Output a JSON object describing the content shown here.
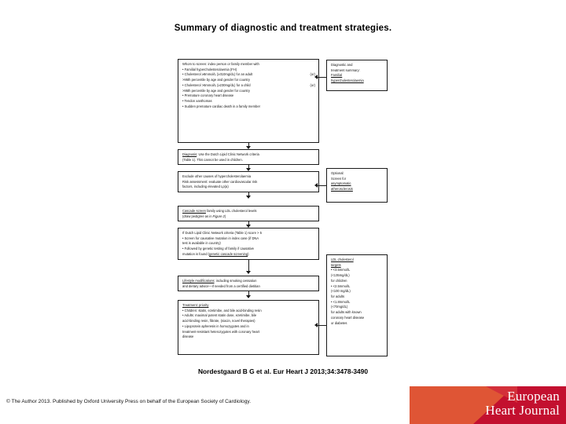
{
  "slide": {
    "title": "Summary of diagnostic and treatment strategies.",
    "citation": "Nordestgaard B G et al. Eur Heart J 2013;34:3478-3490",
    "copyright": "© The Author 2013. Published by Oxford University Press on behalf of the European Society of Cardiology."
  },
  "logo": {
    "line1": "European",
    "line2": "Heart Journal",
    "orange": "#DF5535",
    "red": "#C3102F"
  },
  "flowchart": {
    "boxes": {
      "whom_to_screen": {
        "heading": "Whom to screen: index person or family member with",
        "l1": "• Familial hypercholesterolaemia (FH)",
        "l2": "• Cholesterol ≥8mmol/L (≥310mg/dL) for an adult",
        "l2_or": "(or)",
        "l3": ">95th percentile by age and gender for country",
        "l4": "• Cholesterol >6mmol/L (≥230mg/dL) for a child",
        "l4_or": "(or)",
        "l5": ">95th percentile by age and gender for country",
        "l6": "• Premature coronary heart disease",
        "l7": "• Tendon xanthomas",
        "l8": "• Sudden premature cardiac death in a family member"
      },
      "diagnostic_summary": {
        "l1": "Diagnostic and",
        "l2": "treatment summary:",
        "l3": "Familial",
        "l4": "hypercholesterolaemia"
      },
      "diagnosis": {
        "label": "Diagnosis",
        "l1": ": Use the Dutch Lipid Clinic Network criteria",
        "l2": "(Table 1). This cannot be used in children."
      },
      "exclude": {
        "l1": "Exclude other causes of hypercholesterolaemia",
        "l2": "Risk assessment: evaluate other cardiovascular risk",
        "l3": "factors, including elevated Lp(a)"
      },
      "optional_screen": {
        "l1": "Optional:",
        "l2": "Screen for",
        "l3": "asymptomatic",
        "l4": "atherosclerosis"
      },
      "cascade": {
        "label": "Cascade screen",
        "l1": " family using LDL cholesterol levels",
        "l2a": "(draw pedigree as in ",
        "l2b": "Figure 2",
        "l2c": ")"
      },
      "genetic": {
        "l1": "If Dutch Lipid Clinic Network criteria (Table 1) score > 5",
        "l2": "• Screen for causative mutation in index case (if DNA",
        "l3": "test is available in country)",
        "l4": "• Followed by genetic testing of family if causative",
        "l5a": "mutation is found (",
        "l5b": "genetic cascade screening",
        "l5c": ")"
      },
      "lifestyle": {
        "label": "Lifestyle modifications",
        "l1": ": including smoking cessation",
        "l2": "and dietary advice—if needed from a certified dietitian"
      },
      "treatment": {
        "label": "Treatment: priority",
        "l1": "• Children: statin, ezetimibe, and bile acid-binding resin",
        "l2": "• Adults: maximal potent statin dose, ezetimibe, bile",
        "l3": "acid-binding resin, fibrate, (niacin, novel therapies)",
        "l4": "• Lipoprotein apheresis in homozygotes and in",
        "l5": "treatment-resistant heterozygotes with coronary heart",
        "l6": "disease"
      },
      "ldl_targets": {
        "label1": "LDL cholesterol",
        "label2": "targets",
        "l1": "• <3.5mmol/L",
        "l2": "(<135mg/dL)",
        "l3": "for children",
        "l4": "• <2.5mmol/L",
        "l5": "(<100 mg/dL)",
        "l6": "for adults",
        "l7": "• <1.8mmol/L",
        "l8": "(<70mg/dL)",
        "l9": "for adults with known",
        "l10": "coronary heart disease",
        "l11": "or diabetes"
      }
    }
  }
}
